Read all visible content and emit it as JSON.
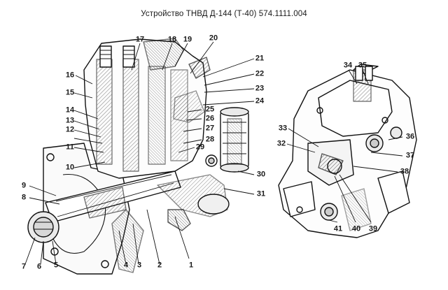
{
  "title": "Устройство ТНВД Д-144 (Т-40) 574.1111.004",
  "callouts": [
    "1",
    "2",
    "3",
    "4",
    "5",
    "6",
    "7",
    "8",
    "9",
    "10",
    "11",
    "12",
    "13",
    "14",
    "15",
    "16",
    "17",
    "18",
    "19",
    "20",
    "21",
    "22",
    "23",
    "24",
    "25",
    "26",
    "27",
    "28",
    "29",
    "30",
    "31",
    "32",
    "33",
    "34",
    "35",
    "36",
    "37",
    "38",
    "39",
    "40",
    "41"
  ]
}
